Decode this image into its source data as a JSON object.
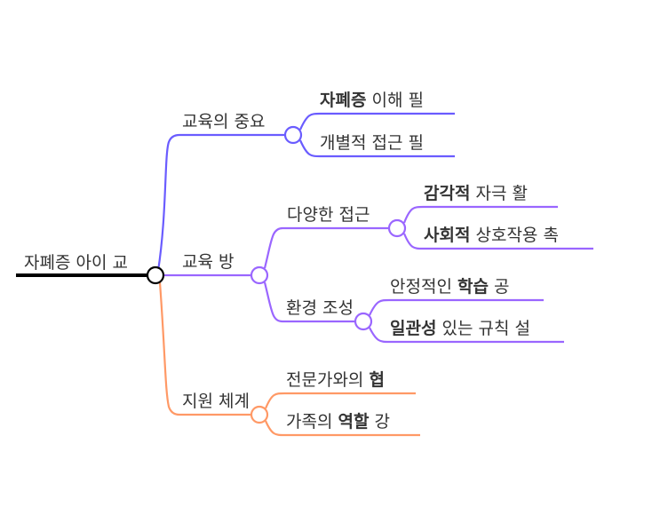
{
  "colors": {
    "root": "#000000",
    "importance": "#6a5cff",
    "method": "#9a66ff",
    "support": "#ff9966"
  },
  "root": {
    "label": "자폐증 아이 교"
  },
  "branches": [
    {
      "label": "교육의 중요",
      "children": [
        {
          "bold": "자폐증",
          "rest": " 이해 필"
        },
        {
          "bold": "",
          "rest": "개별적 접근 필"
        }
      ]
    },
    {
      "label": "교육 방",
      "subs": [
        {
          "label": "다양한 접근",
          "children": [
            {
              "bold": "감각적",
              "rest": " 자극 활"
            },
            {
              "bold": "사회적",
              "rest": " 상호작용 촉"
            }
          ]
        },
        {
          "label": "환경 조성",
          "children": [
            {
              "pre": "안정적인 ",
              "bold": "학습",
              "rest": " 공"
            },
            {
              "bold": "일관성",
              "rest": " 있는 규칙 설"
            }
          ]
        }
      ]
    },
    {
      "label": "지원 체계",
      "children": [
        {
          "pre": "전문가와의 ",
          "bold": "협",
          "rest": ""
        },
        {
          "pre": "가족의 ",
          "bold": "역할",
          "rest": " 강"
        }
      ]
    }
  ]
}
